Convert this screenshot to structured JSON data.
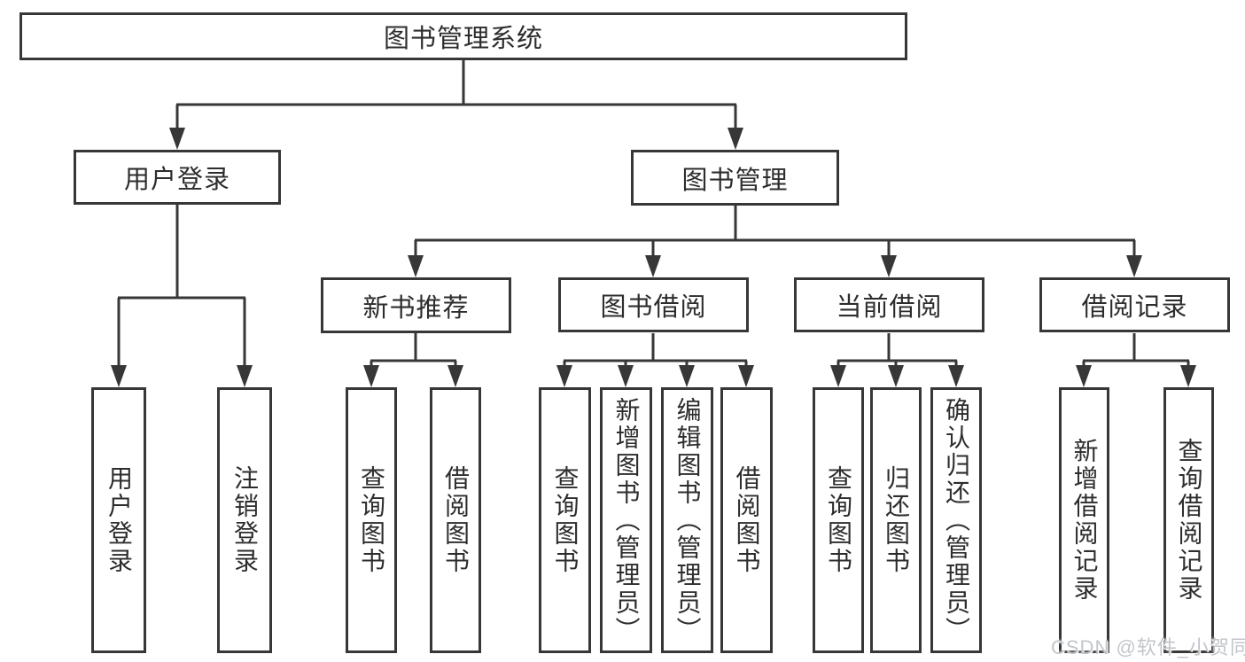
{
  "tree": {
    "root": {
      "label": "图书管理系统"
    },
    "branches": [
      {
        "label": "用户登录",
        "children": [
          {
            "label": "用户登录"
          },
          {
            "label": "注销登录"
          }
        ]
      },
      {
        "label": "图书管理",
        "children": [
          {
            "label": "新书推荐",
            "children": [
              {
                "label": "查询图书"
              },
              {
                "label": "借阅图书"
              }
            ]
          },
          {
            "label": "图书借阅",
            "children": [
              {
                "label": "查询图书"
              },
              {
                "label": "新增图书（管理员）"
              },
              {
                "label": "编辑图书（管理员）"
              },
              {
                "label": "借阅图书"
              }
            ]
          },
          {
            "label": "当前借阅",
            "children": [
              {
                "label": "查询图书"
              },
              {
                "label": "归还图书"
              },
              {
                "label": "确认归还（管理员）"
              }
            ]
          },
          {
            "label": "借阅记录",
            "children": [
              {
                "label": "新增借阅记录"
              },
              {
                "label": "查询借阅记录"
              }
            ]
          }
        ]
      }
    ]
  },
  "watermark": "CSDN @软件_小贺同学",
  "colors": {
    "line": "#373737",
    "text": "#2d2d2d",
    "watermark": "#c2c6ca",
    "background": "#ffffff"
  }
}
